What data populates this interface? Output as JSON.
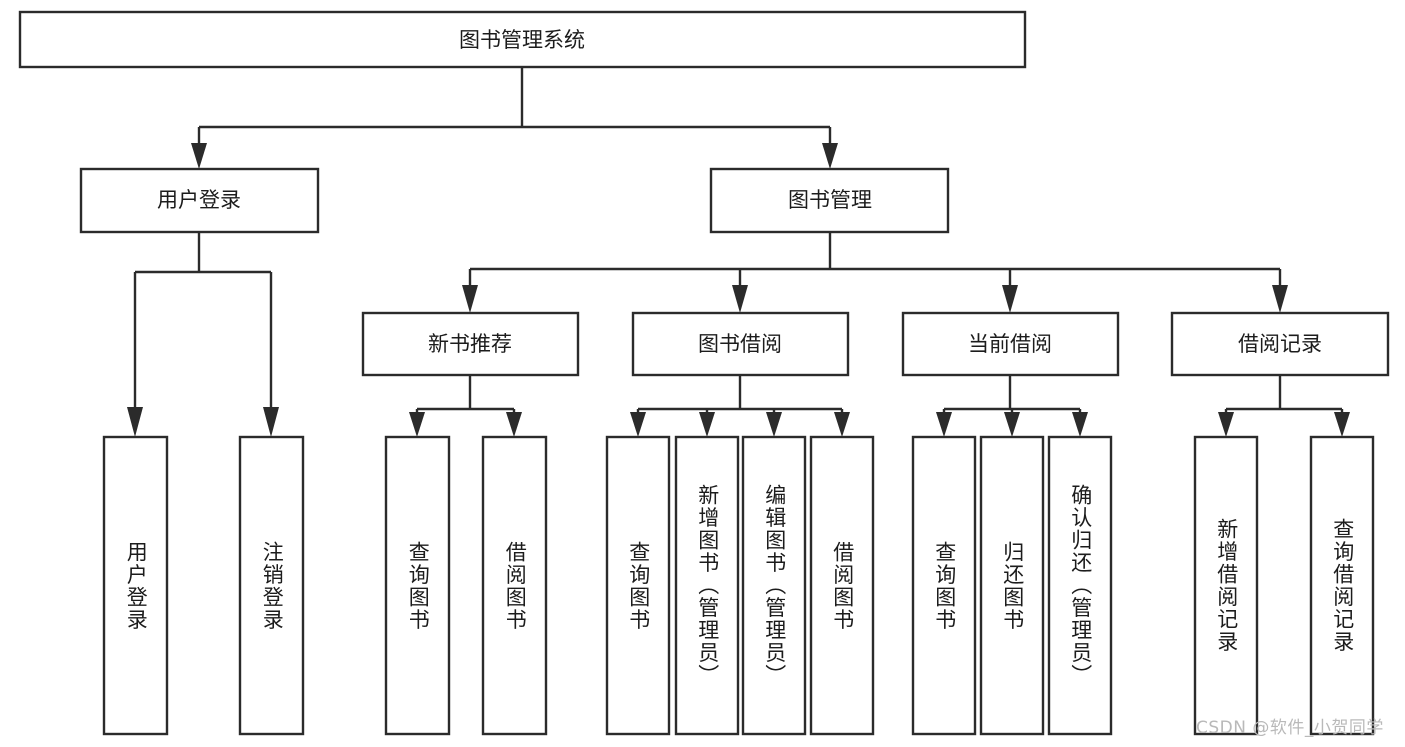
{
  "diagram": {
    "title": "图书管理系统",
    "watermark": "CSDN @软件_小贺同学",
    "root": {
      "label": "图书管理系统"
    },
    "level2": [
      {
        "label": "用户登录"
      },
      {
        "label": "图书管理"
      }
    ],
    "level3": [
      {
        "label": "新书推荐"
      },
      {
        "label": "图书借阅"
      },
      {
        "label": "当前借阅"
      },
      {
        "label": "借阅记录"
      }
    ],
    "leaves": {
      "user_login": [
        {
          "label": "用户登录"
        },
        {
          "label": "注销登录"
        }
      ],
      "new_book_recommend": [
        {
          "label": "查询图书"
        },
        {
          "label": "借阅图书"
        }
      ],
      "book_borrow": [
        {
          "label": "查询图书"
        },
        {
          "label": "新增图书（管理员）"
        },
        {
          "label": "编辑图书（管理员）"
        },
        {
          "label": "借阅图书"
        }
      ],
      "current_borrow": [
        {
          "label": "查询图书"
        },
        {
          "label": "归还图书"
        },
        {
          "label": "确认归还（管理员）"
        }
      ],
      "borrow_record": [
        {
          "label": "新增借阅记录"
        },
        {
          "label": "查询借阅记录"
        }
      ]
    },
    "colors": {
      "stroke": "#2b2b2b",
      "fill": "#ffffff",
      "text": "#1c1c1c",
      "watermark": "#b9b9b9"
    }
  }
}
